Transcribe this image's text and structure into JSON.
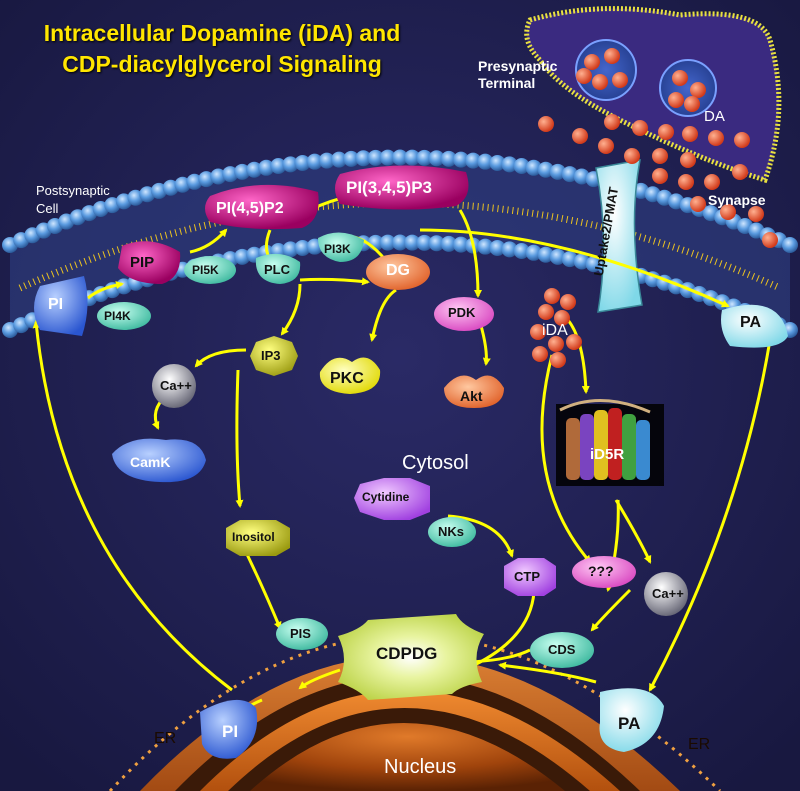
{
  "title": {
    "line1": "Intracellular Dopamine (iDA) and",
    "line2": "CDP-diacylglycerol Signaling"
  },
  "regions": {
    "presynaptic": "Presynaptic Terminal",
    "postsynaptic": "Postsynaptic Cell",
    "synapse": "Synapse",
    "cytosol": "Cytosol",
    "nucleus": "Nucleus",
    "er_left": "ER",
    "er_right": "ER"
  },
  "molecules": {
    "da": "DA",
    "ida": "iDA",
    "uptake": "Uptake2/PMAT",
    "pi_top": "PI",
    "pip": "PIP",
    "pip2": "PI(4,5)P2",
    "pip3": "PI(3,4,5)P3",
    "pi4k": "PI4K",
    "pi5k": "PI5K",
    "plc": "PLC",
    "pi3k": "PI3K",
    "dg": "DG",
    "pdk": "PDK",
    "ip3": "IP3",
    "ca_left": "Ca++",
    "camk": "CamK",
    "pkc": "PKC",
    "akt": "Akt",
    "pa_top": "PA",
    "receptor": "iD5R",
    "cytidine": "Cytidine",
    "nks": "NKs",
    "ctp": "CTP",
    "unknown": "???",
    "ca_right": "Ca++",
    "inositol": "Inositol",
    "pis": "PIS",
    "cdpdg": "CDPDG",
    "cds": "CDS",
    "pi_bottom": "PI",
    "pa_bottom": "PA"
  },
  "colors": {
    "background": "#1e1e4e",
    "membrane": "#5a9be0",
    "title": "#ffe600",
    "arrow": "#ffff00",
    "pip_magenta": "#c8087a",
    "enzyme_teal": "#66d6c0",
    "dopamine": "#e8603a",
    "er_orange": "#d96a18"
  }
}
